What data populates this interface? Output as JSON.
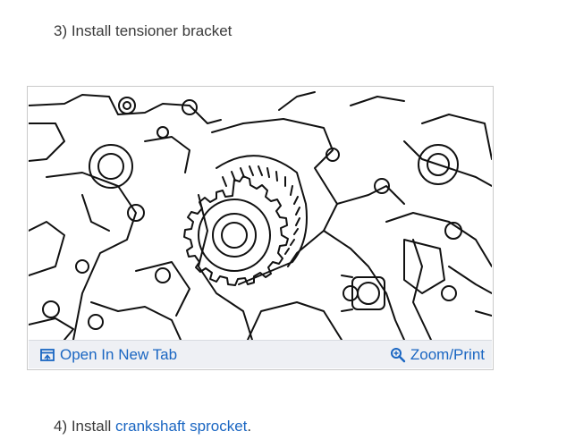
{
  "steps": {
    "step3": {
      "text": "3) Install tensioner bracket"
    },
    "step4": {
      "prefix": "4) Install ",
      "link": "crankshaft sprocket",
      "suffix": "."
    }
  },
  "figure": {
    "open_tab_label": "Open In New Tab",
    "open_tab_icon": "open-new-tab-icon",
    "zoom_label": "Zoom/Print",
    "zoom_icon": "zoom-magnifier-icon"
  },
  "colors": {
    "link": "#1a66c2",
    "toolbar_bg": "#eef0f4",
    "text": "#3a3a3a"
  }
}
